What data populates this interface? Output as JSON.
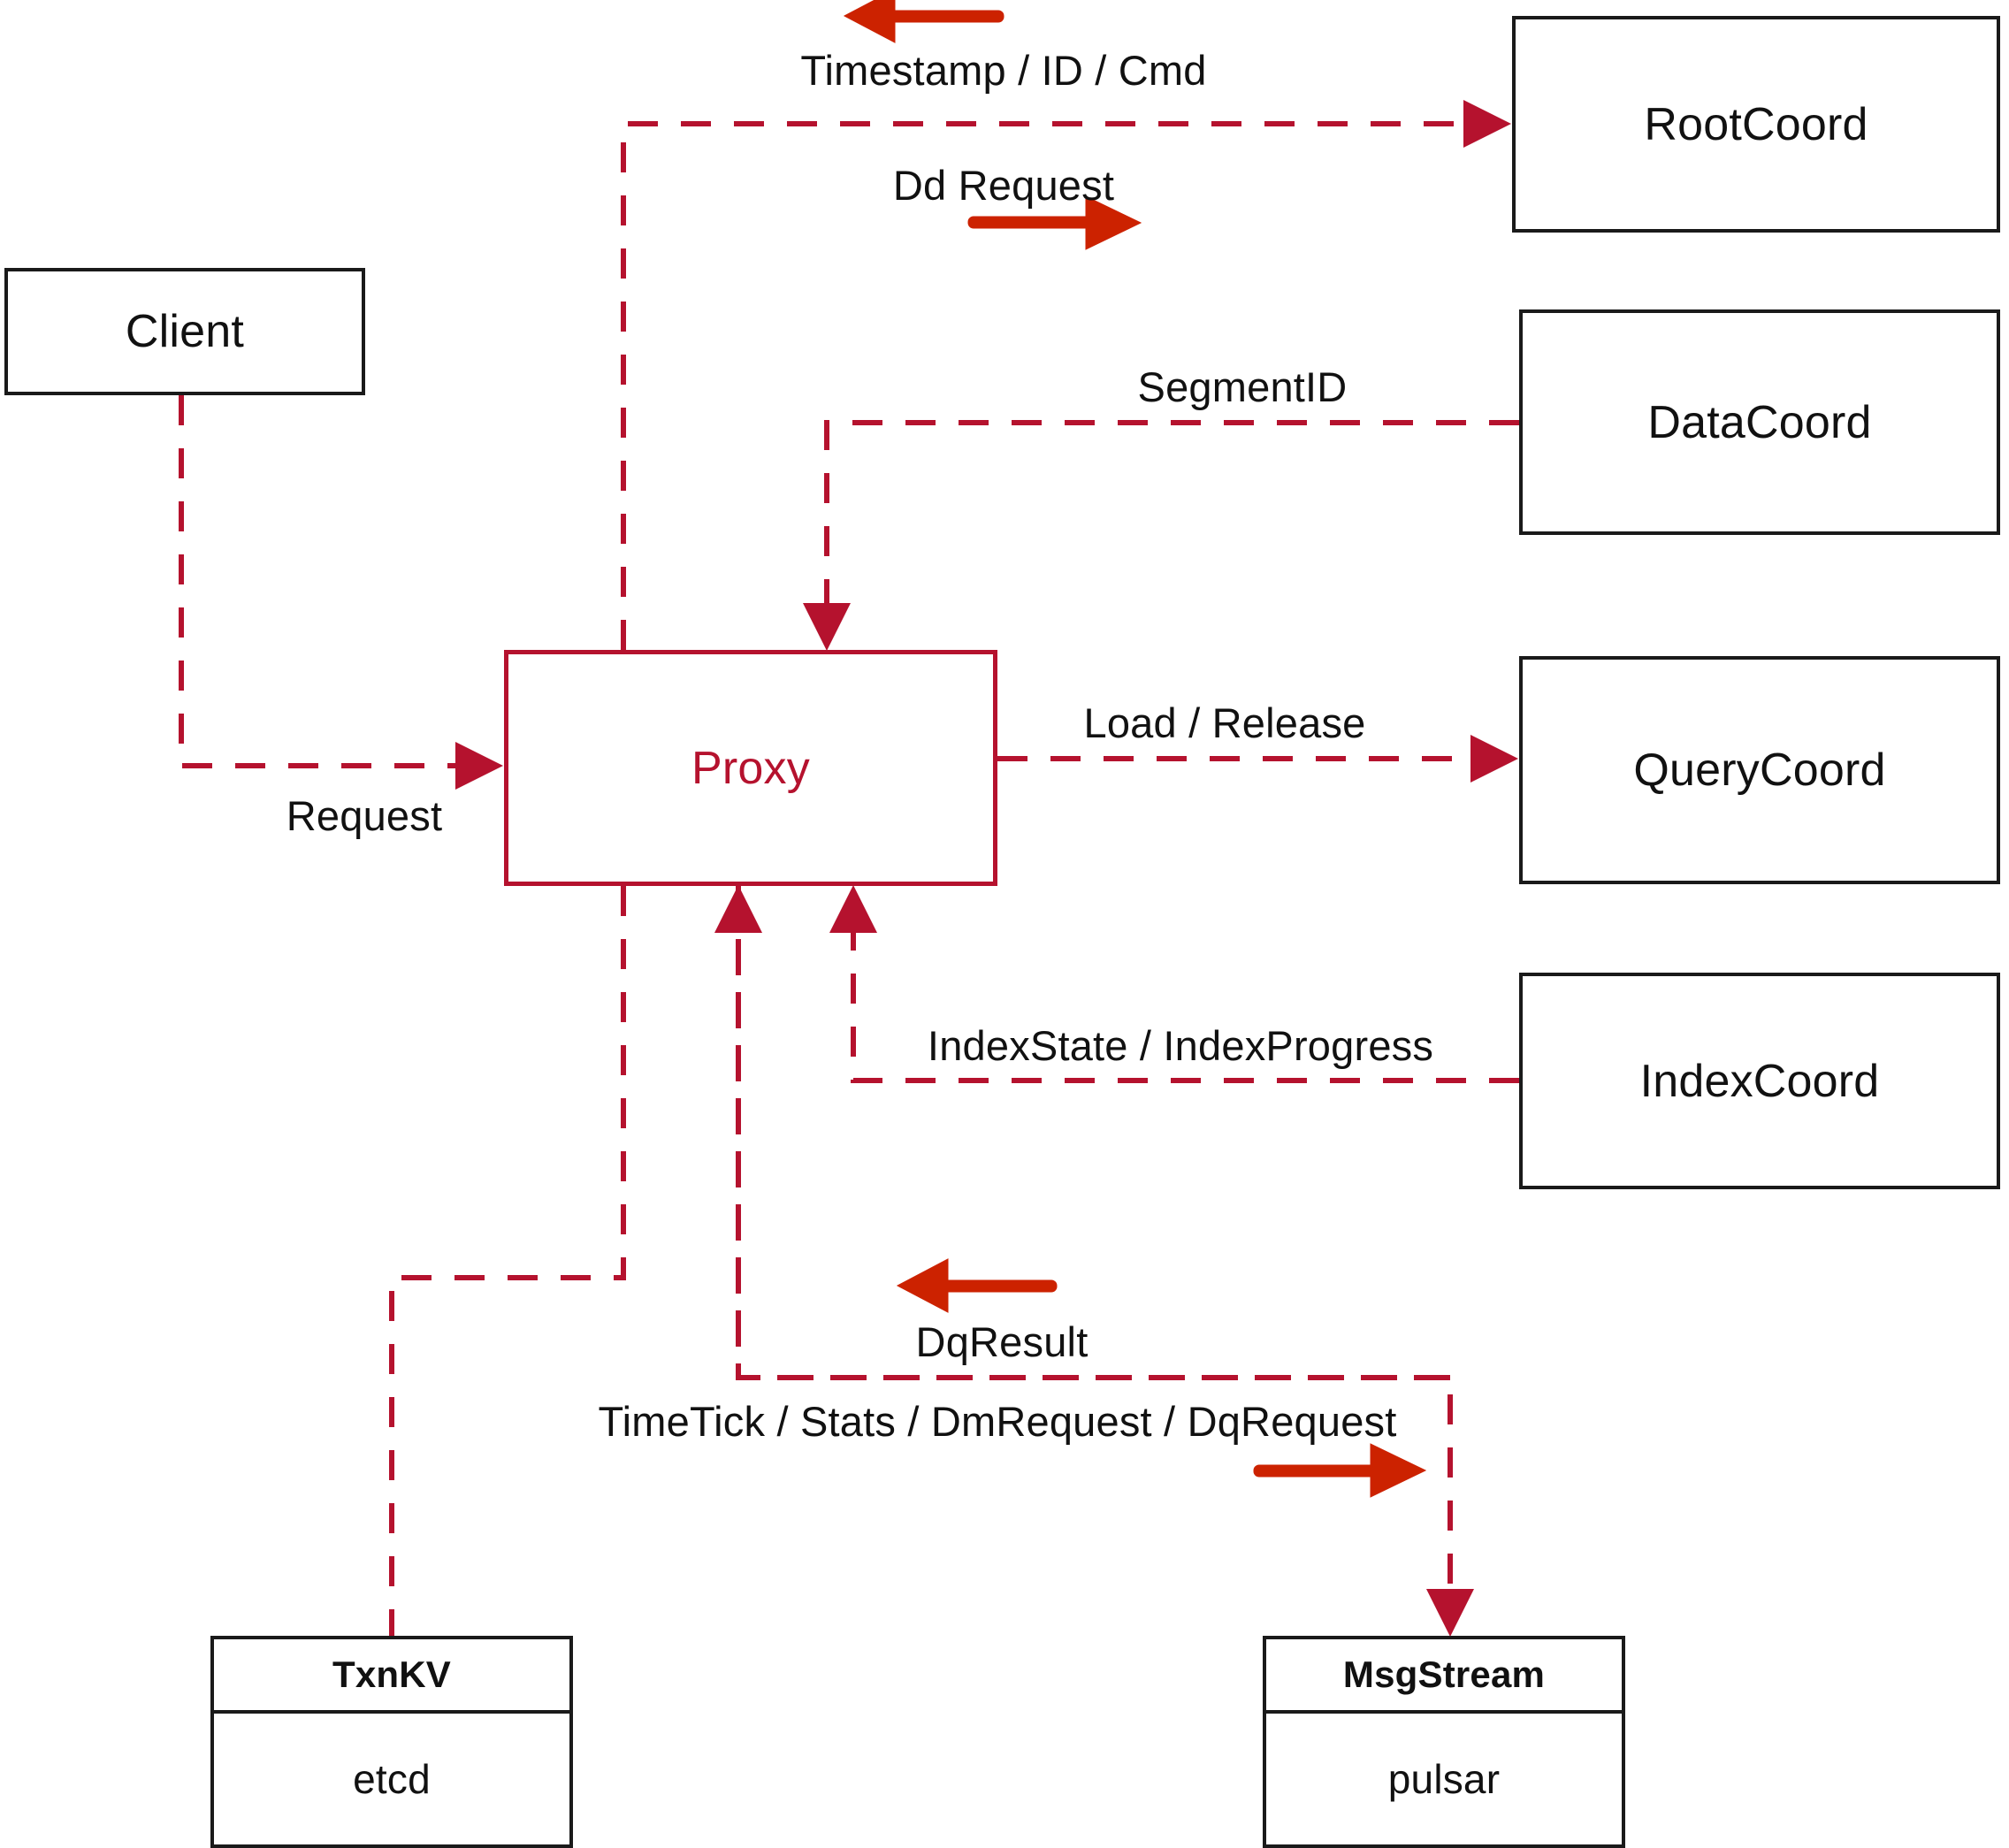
{
  "diagram": {
    "title": "Proxy component interaction diagram",
    "colors": {
      "accent": "#b5122e",
      "arrow_solid": "#cc2200",
      "node_border": "#1a1a1a",
      "text": "#111111",
      "background": "#ffffff"
    }
  },
  "nodes": {
    "client": {
      "label": "Client"
    },
    "proxy": {
      "label": "Proxy"
    },
    "root_coord": {
      "label": "RootCoord"
    },
    "data_coord": {
      "label": "DataCoord"
    },
    "query_coord": {
      "label": "QueryCoord"
    },
    "index_coord": {
      "label": "IndexCoord"
    },
    "txnkv": {
      "label": "TxnKV",
      "impl": "etcd"
    },
    "msgstream": {
      "label": "MsgStream",
      "impl": "pulsar"
    }
  },
  "edges": [
    {
      "id": "request",
      "label": "Request",
      "from": "client",
      "to": "proxy",
      "style": "dashed"
    },
    {
      "id": "timestamp-id-cmd",
      "label": "Timestamp / ID / Cmd",
      "from": "root_coord",
      "to": "proxy",
      "style": "dashed"
    },
    {
      "id": "dd-request",
      "label": "Dd Request",
      "from": "proxy",
      "to": "root_coord",
      "style": "dashed"
    },
    {
      "id": "segment-id",
      "label": "SegmentID",
      "from": "data_coord",
      "to": "proxy",
      "style": "dashed"
    },
    {
      "id": "load-release",
      "label": "Load / Release",
      "from": "proxy",
      "to": "query_coord",
      "style": "dashed"
    },
    {
      "id": "index-state",
      "label": "IndexState / IndexProgress",
      "from": "index_coord",
      "to": "proxy",
      "style": "dashed"
    },
    {
      "id": "dq-result",
      "label": "DqResult",
      "from": "msgstream",
      "to": "proxy",
      "style": "dashed"
    },
    {
      "id": "timetick-stats",
      "label": "TimeTick / Stats / DmRequest / DqRequest",
      "from": "proxy",
      "to": "msgstream",
      "style": "dashed"
    },
    {
      "id": "txnkv-link",
      "label": "",
      "from": "proxy",
      "to": "txnkv",
      "style": "dashed"
    }
  ],
  "edge_labels": {
    "timestamp_id_cmd": "Timestamp / ID / Cmd",
    "dd_request": "Dd Request",
    "segment_id": "SegmentID",
    "request": "Request",
    "load_release": "Load / Release",
    "index_state": "IndexState / IndexProgress",
    "dq_result": "DqResult",
    "timetick_stats": "TimeTick / Stats / DmRequest / DqRequest"
  }
}
